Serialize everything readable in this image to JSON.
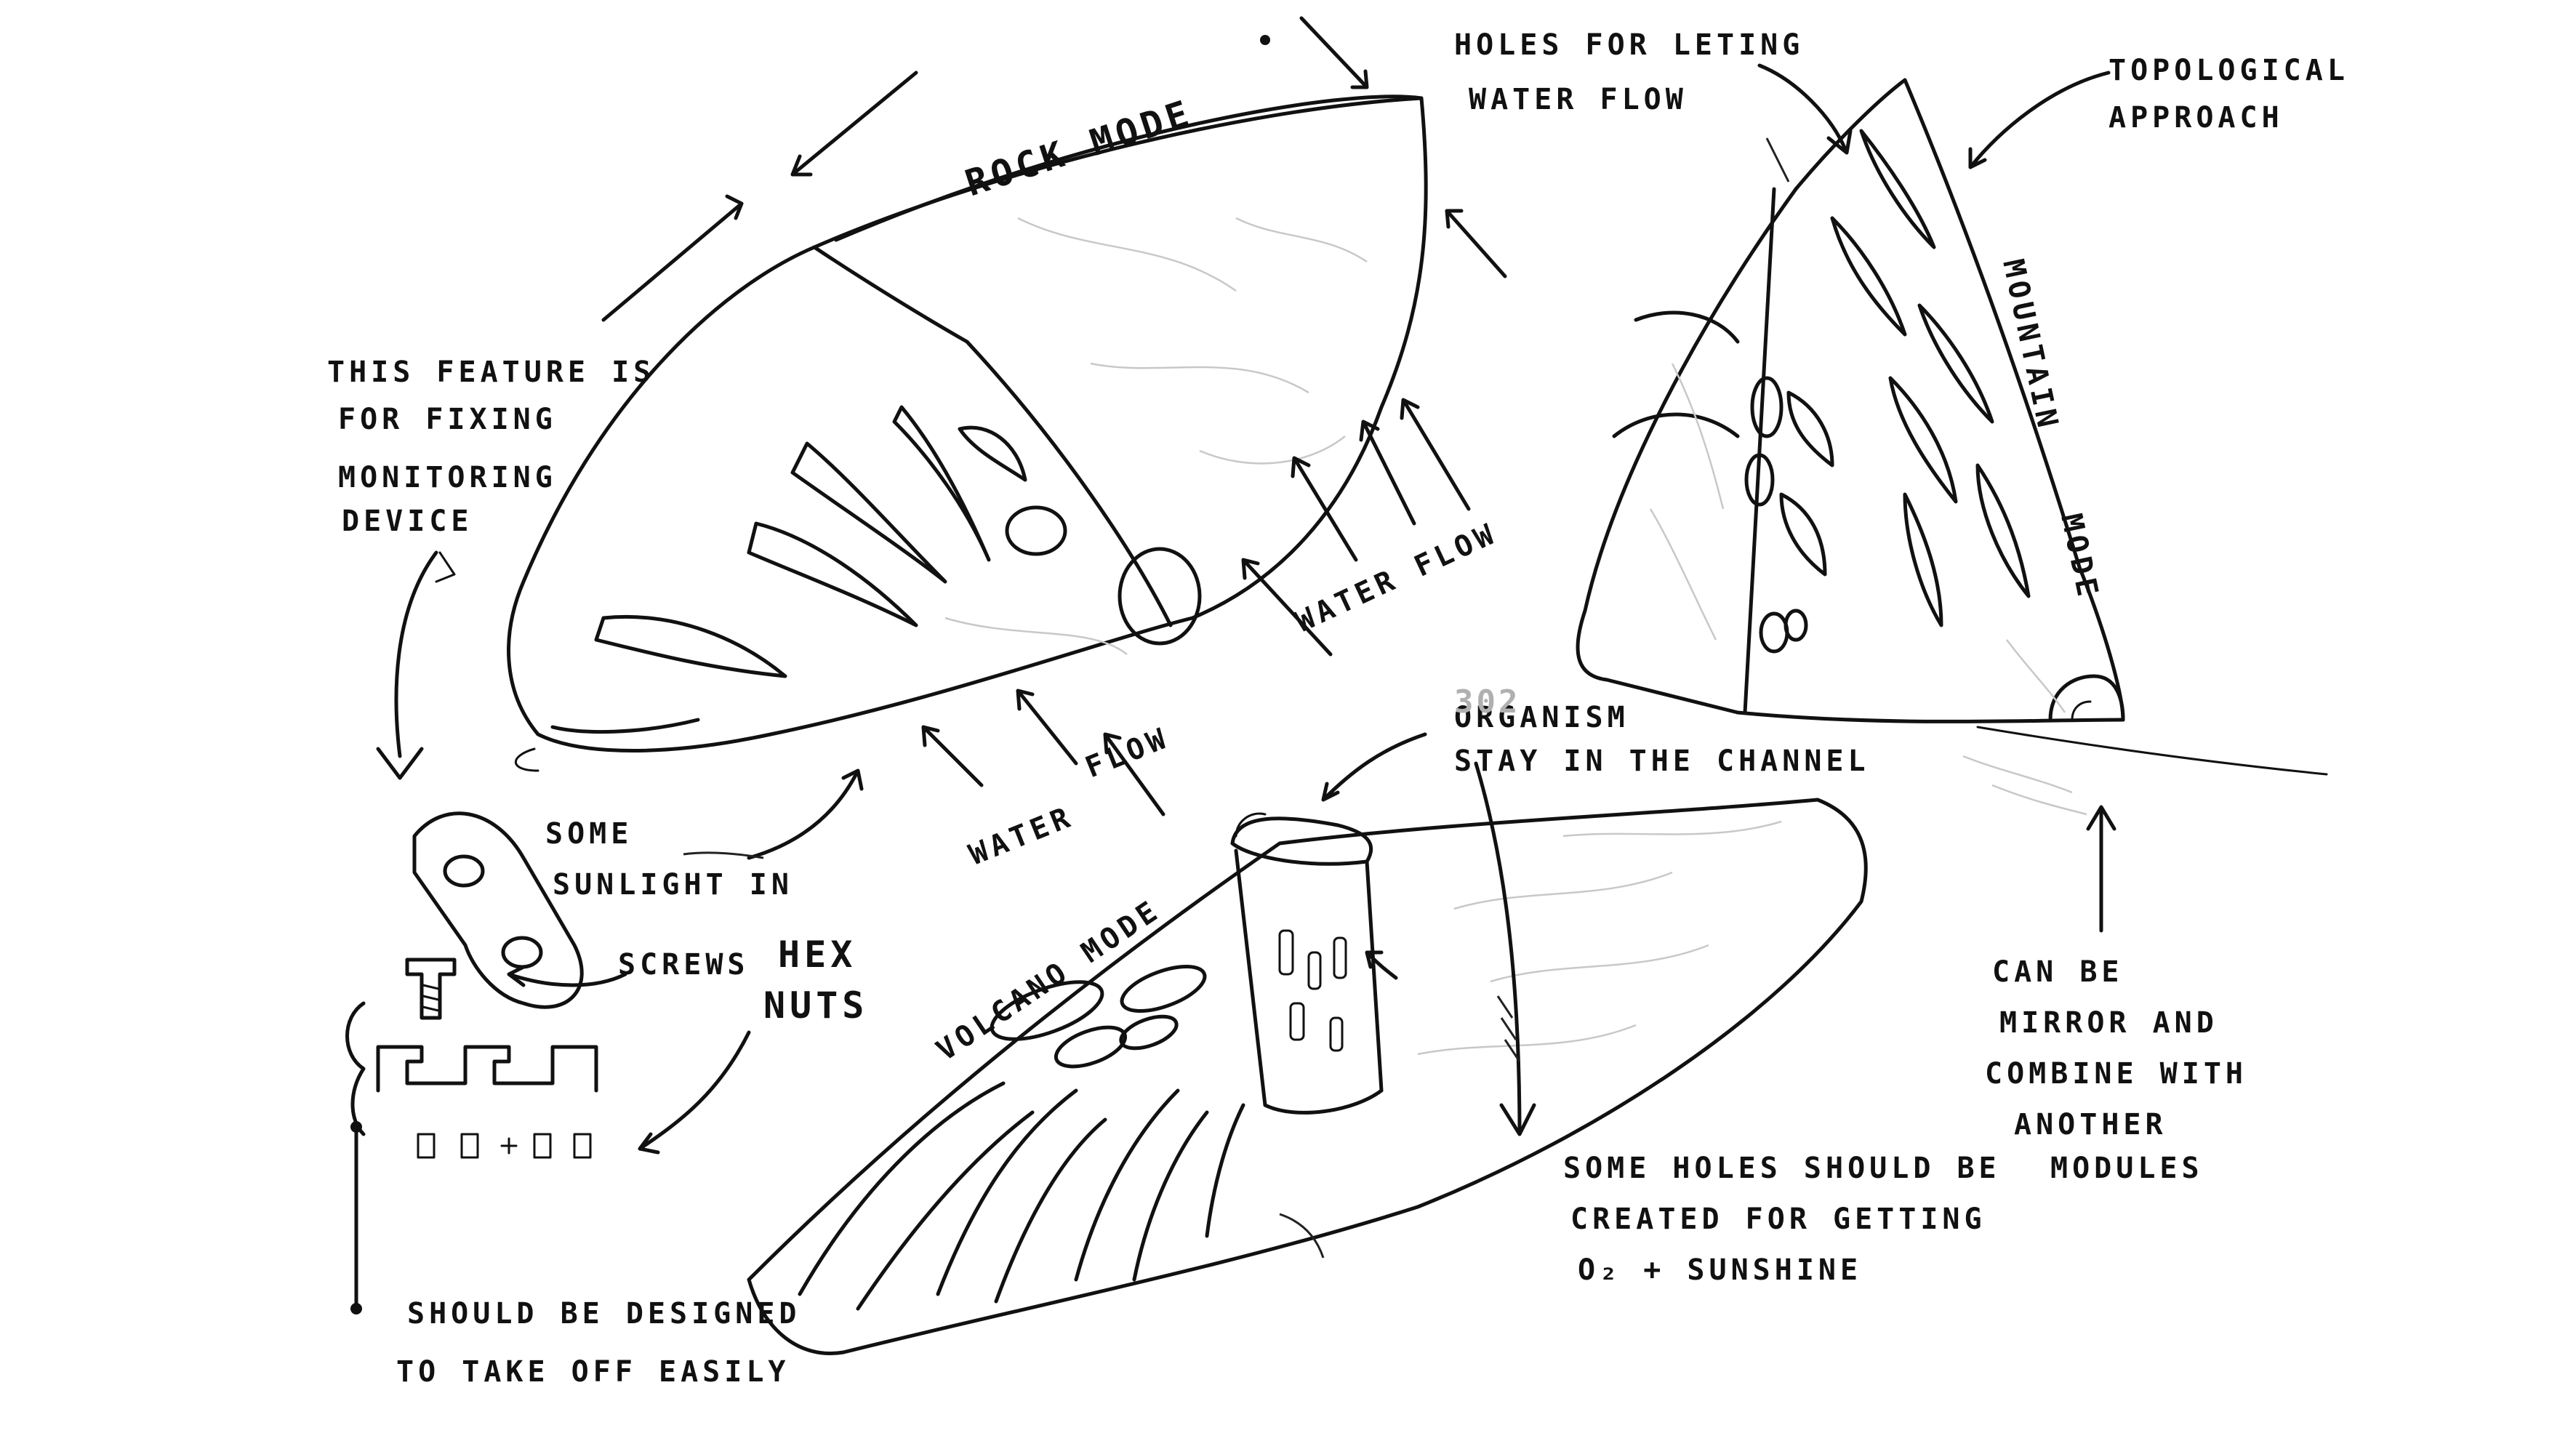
{
  "labels": {
    "rock_mode": "ROCK MODE",
    "holes_line1": "HOLES FOR LETING",
    "holes_line2": "WATER FLOW",
    "topo_line1": "TOPOLOGICAL",
    "topo_line2": "APPROACH",
    "mountain": "MOUNTAIN",
    "mountain_mode": "MODE",
    "feature_line1": "THIS FEATURE IS",
    "feature_line2": "FOR FIXING",
    "feature_line3": "MONITORING",
    "feature_line4": "DEVICE",
    "water_flow_a": "WATER FLOW",
    "water_flow_b": "WATER",
    "water_flow_b2": "FLOW",
    "sunlight_line1": "SOME",
    "sunlight_line2": "SUNLIGHT IN",
    "organism_line1": "ORGANISM",
    "organism_line2": "STAY IN THE CHANNEL",
    "screws": "SCREWS",
    "hex_line1": "HEX",
    "hex_line2": "NUTS",
    "volcano_mode": "VOLCANO MODE",
    "mirror_line1": "CAN BE",
    "mirror_line2": "MIRROR AND",
    "mirror_line3": "COMBINE WITH",
    "mirror_line4": "ANOTHER",
    "mirror_line5": "MODULES",
    "holes2_line1": "SOME HOLES SHOULD BE",
    "holes2_line2": "CREATED FOR GETTING",
    "holes2_line3": "O₂ + SUNSHINE",
    "design_line1": "SHOULD BE DESIGNED",
    "design_line2": "TO TAKE OFF EASILY",
    "faint_mark": "302"
  }
}
